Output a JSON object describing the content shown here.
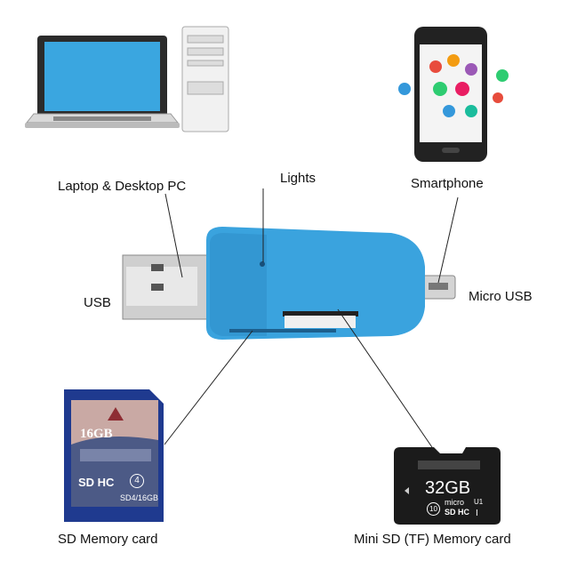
{
  "labels": {
    "computers": "Laptop & Desktop PC",
    "lights": "Lights",
    "smartphone": "Smartphone",
    "usb": "USB",
    "micro_usb": "Micro USB",
    "sd_card": "SD Memory card",
    "tf_card": "Mini SD (TF) Memory card"
  },
  "sd_card": {
    "capacity": "16GB",
    "model": "SD4/16GB",
    "logo": "SD HC",
    "speed_class": "4"
  },
  "tf_card": {
    "capacity": "32GB",
    "logo_top": "micro",
    "logo_bottom": "SD HC",
    "speed_class": "10",
    "uhs": "U1",
    "bus": "I"
  },
  "colors": {
    "reader_body": "#3aa3de",
    "sd_card": "#1f3a8f",
    "tf_card": "#1b1b1b",
    "usb_metal": "#c9c9c9"
  }
}
